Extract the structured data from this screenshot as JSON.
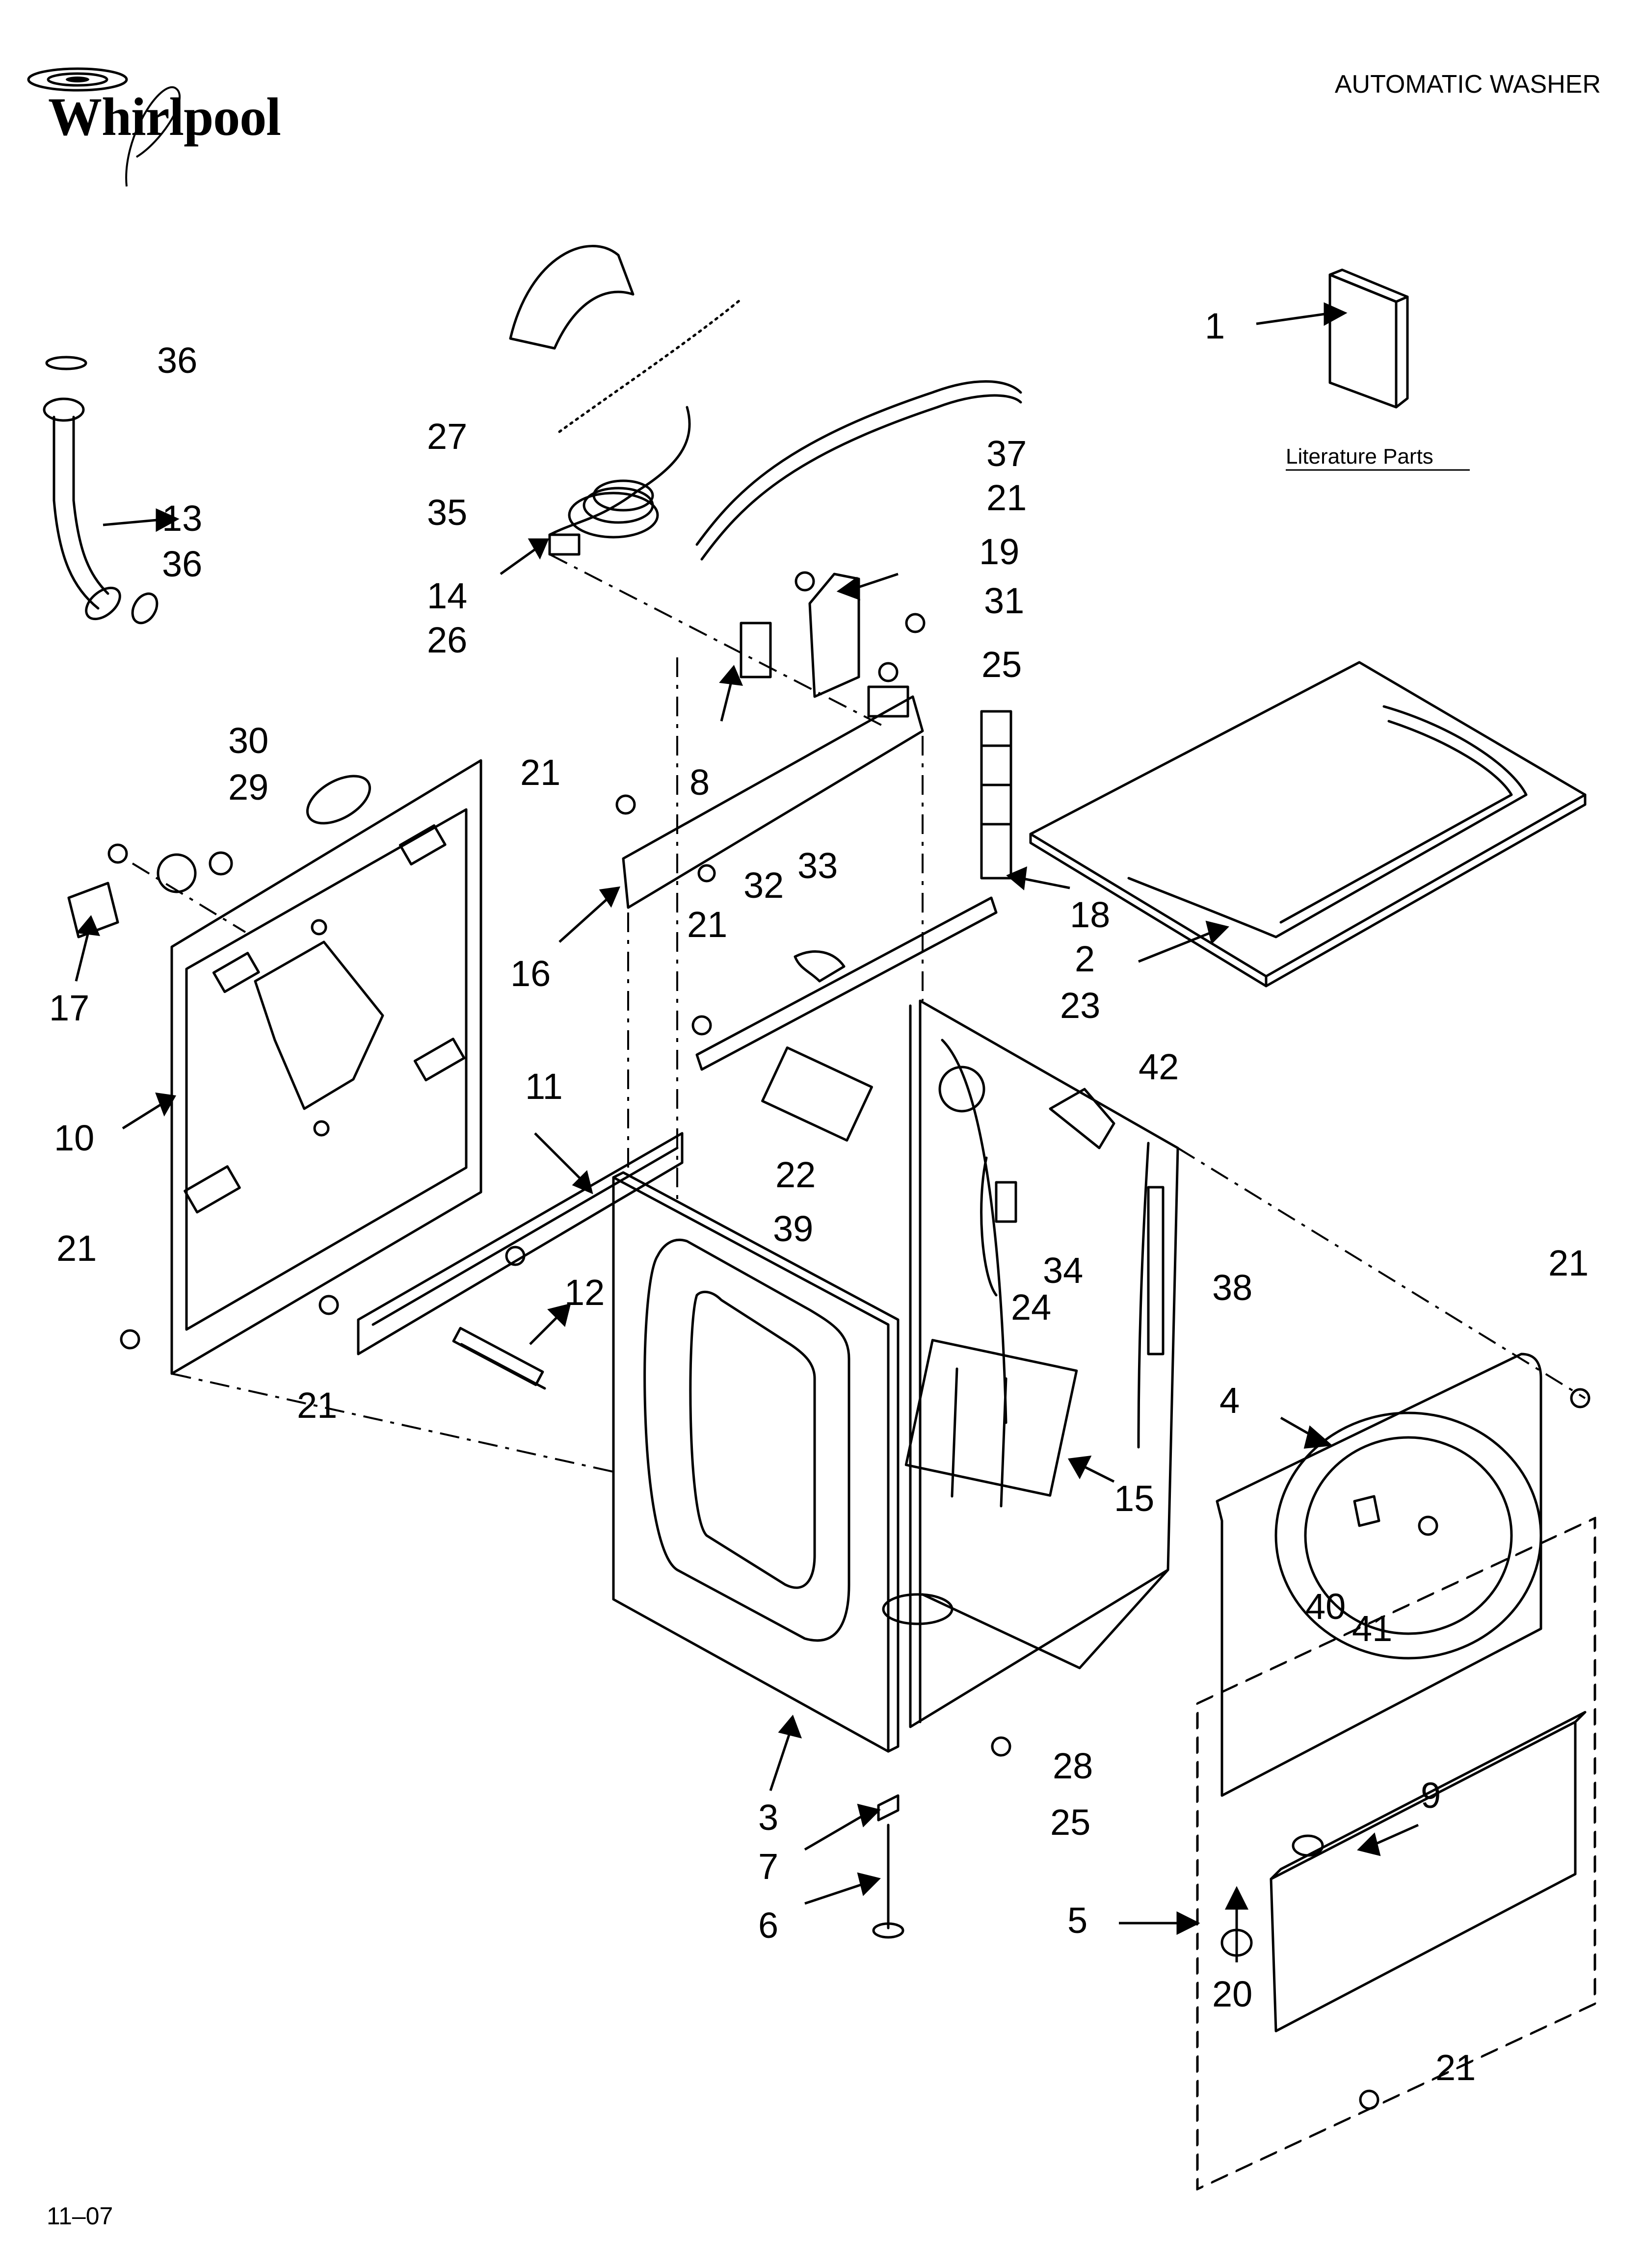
{
  "header": {
    "brand": "Whirlpool",
    "document_title": "AUTOMATIC WASHER"
  },
  "footer": {
    "date_code": "11–07"
  },
  "literature": {
    "label": "Literature Parts"
  },
  "callouts": [
    {
      "id": "c1",
      "text": "1"
    },
    {
      "id": "c2",
      "text": "2"
    },
    {
      "id": "c3",
      "text": "3"
    },
    {
      "id": "c4",
      "text": "4"
    },
    {
      "id": "c5",
      "text": "5"
    },
    {
      "id": "c6",
      "text": "6"
    },
    {
      "id": "c7",
      "text": "7"
    },
    {
      "id": "c8",
      "text": "8"
    },
    {
      "id": "c9",
      "text": "9"
    },
    {
      "id": "c10",
      "text": "10"
    },
    {
      "id": "c11",
      "text": "11"
    },
    {
      "id": "c12",
      "text": "12"
    },
    {
      "id": "c13",
      "text": "13"
    },
    {
      "id": "c14",
      "text": "14"
    },
    {
      "id": "c15",
      "text": "15"
    },
    {
      "id": "c16",
      "text": "16"
    },
    {
      "id": "c17",
      "text": "17"
    },
    {
      "id": "c18",
      "text": "18"
    },
    {
      "id": "c19",
      "text": "19"
    },
    {
      "id": "c20",
      "text": "20"
    },
    {
      "id": "c21a",
      "text": "21"
    },
    {
      "id": "c21b",
      "text": "21"
    },
    {
      "id": "c21c",
      "text": "21"
    },
    {
      "id": "c21d",
      "text": "21"
    },
    {
      "id": "c21e",
      "text": "21"
    },
    {
      "id": "c21f",
      "text": "21"
    },
    {
      "id": "c21g",
      "text": "21"
    },
    {
      "id": "c22",
      "text": "22"
    },
    {
      "id": "c23",
      "text": "23"
    },
    {
      "id": "c24",
      "text": "24"
    },
    {
      "id": "c25a",
      "text": "25"
    },
    {
      "id": "c25b",
      "text": "25"
    },
    {
      "id": "c26",
      "text": "26"
    },
    {
      "id": "c27",
      "text": "27"
    },
    {
      "id": "c28",
      "text": "28"
    },
    {
      "id": "c29",
      "text": "29"
    },
    {
      "id": "c30",
      "text": "30"
    },
    {
      "id": "c31",
      "text": "31"
    },
    {
      "id": "c32",
      "text": "32"
    },
    {
      "id": "c33",
      "text": "33"
    },
    {
      "id": "c34",
      "text": "34"
    },
    {
      "id": "c35",
      "text": "35"
    },
    {
      "id": "c36a",
      "text": "36"
    },
    {
      "id": "c36b",
      "text": "36"
    },
    {
      "id": "c37",
      "text": "37"
    },
    {
      "id": "c38",
      "text": "38"
    },
    {
      "id": "c39",
      "text": "39"
    },
    {
      "id": "c40",
      "text": "40"
    },
    {
      "id": "c41",
      "text": "41"
    },
    {
      "id": "c42",
      "text": "42"
    }
  ]
}
